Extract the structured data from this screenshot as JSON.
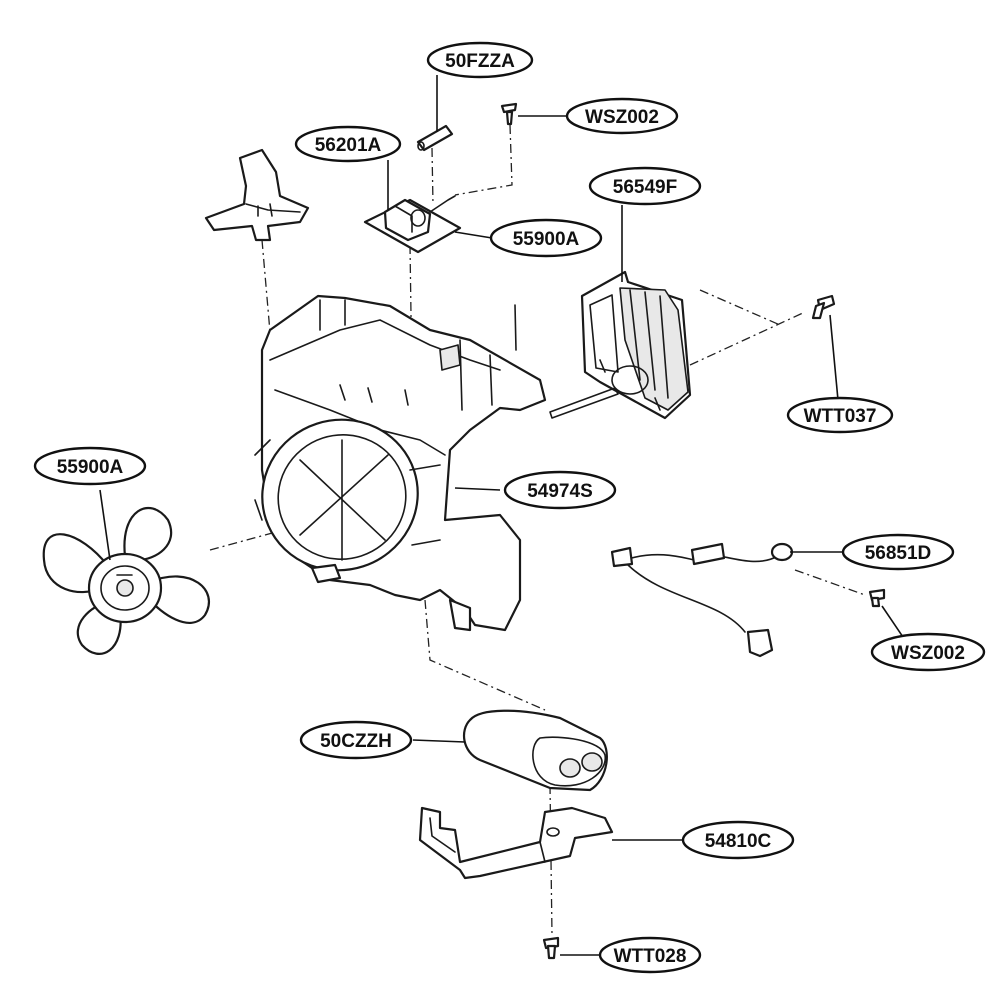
{
  "diagram": {
    "callouts": [
      {
        "id": "c-50fzza",
        "label": "50FZZA"
      },
      {
        "id": "c-wsz002-top",
        "label": "WSZ002"
      },
      {
        "id": "c-56201a",
        "label": "56201A"
      },
      {
        "id": "c-56549f",
        "label": "56549F"
      },
      {
        "id": "c-55900a-board",
        "label": "55900A"
      },
      {
        "id": "c-wtt037",
        "label": "WTT037"
      },
      {
        "id": "c-55900a-fan",
        "label": "55900A"
      },
      {
        "id": "c-54974s",
        "label": "54974S"
      },
      {
        "id": "c-56851d",
        "label": "56851D"
      },
      {
        "id": "c-wsz002-right",
        "label": "WSZ002"
      },
      {
        "id": "c-50czzh",
        "label": "50CZZH"
      },
      {
        "id": "c-54810c",
        "label": "54810C"
      },
      {
        "id": "c-wtt028",
        "label": "WTT028"
      }
    ]
  }
}
